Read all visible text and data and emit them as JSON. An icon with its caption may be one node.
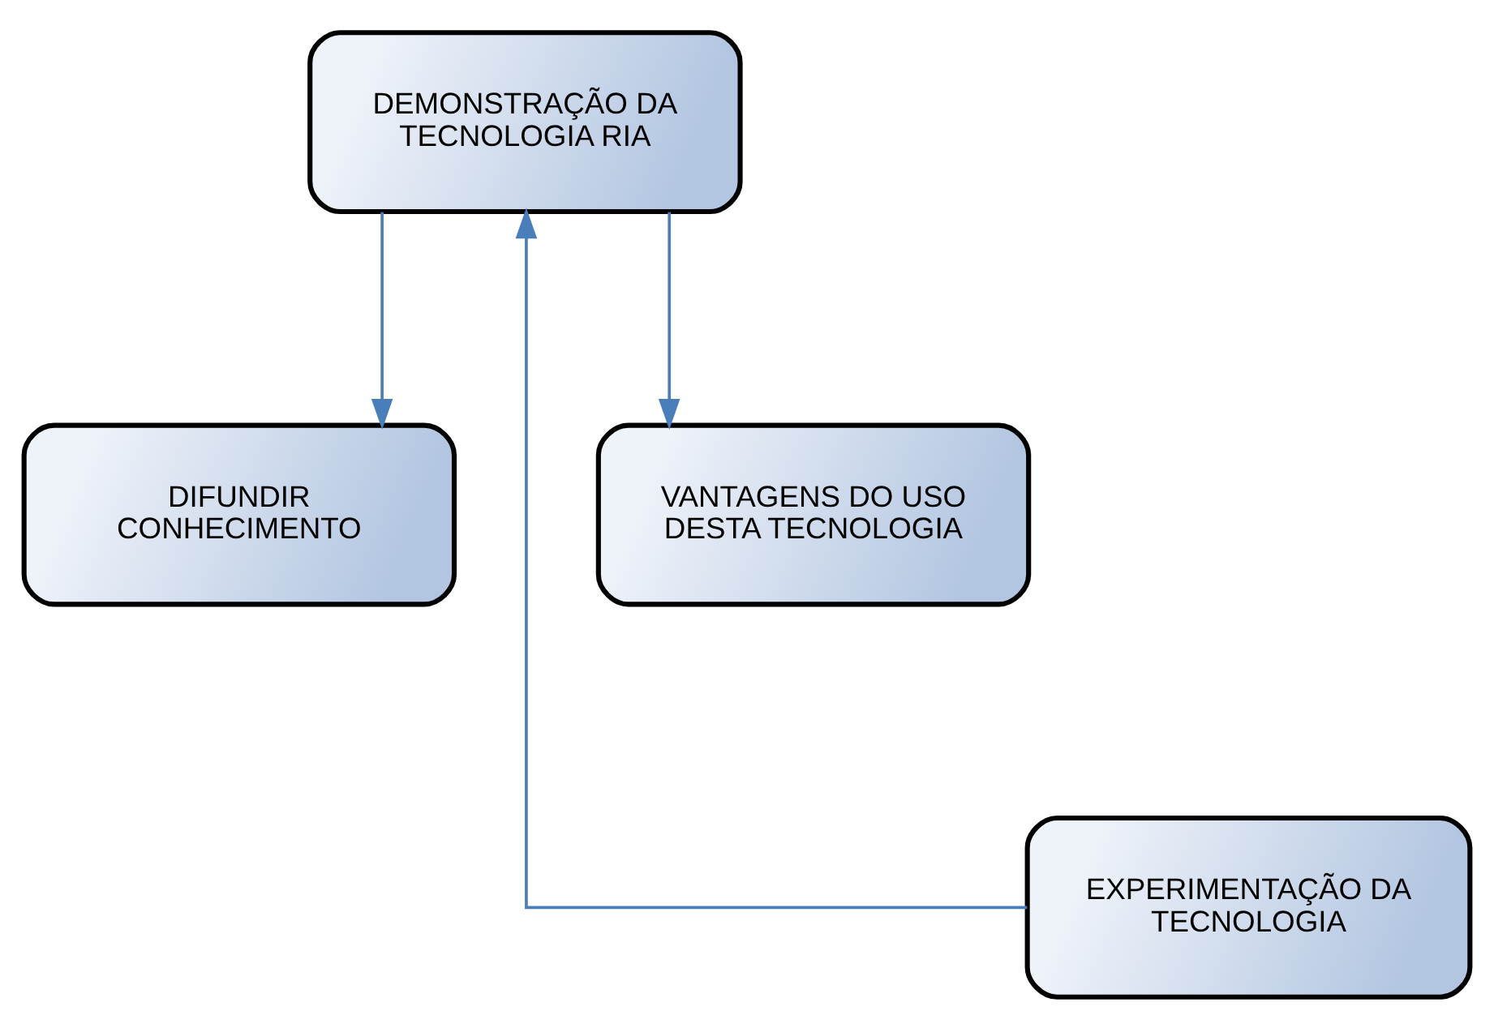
{
  "diagram": {
    "nodes": [
      {
        "text": [
          "DEMONSTRAÇÃO DA TECNOLOGIA RIA"
        ]
      },
      {
        "text": [
          "DIFUNDIR CONHECIMENTO"
        ]
      },
      {
        "text": [
          "VANTAGENS DO USO DESTA TECNOLOGIA"
        ]
      },
      {
        "text": [
          "EXPERIMENTAÇÃO DA TECNOLOGIA"
        ]
      }
    ],
    "edges": [
      {
        "from": 0,
        "to": 1,
        "arrow": "to"
      },
      {
        "from": 0,
        "to": 2,
        "arrow": "to"
      },
      {
        "from": 3,
        "to": 0,
        "arrow": "to"
      }
    ]
  }
}
